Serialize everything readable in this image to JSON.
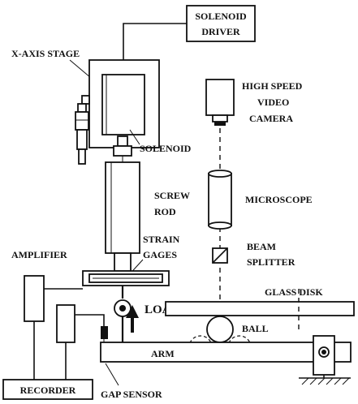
{
  "labels": {
    "solenoid_driver_line1": "SOLENOID",
    "solenoid_driver_line2": "DRIVER",
    "x_axis_stage": "X-AXIS STAGE",
    "solenoid": "SOLENOID",
    "high_speed_line1": "HIGH SPEED",
    "high_speed_line2": "VIDEO",
    "high_speed_line3": "CAMERA",
    "screw_line1": "SCREW",
    "screw_line2": "ROD",
    "microscope": "MICROSCOPE",
    "amplifier": "AMPLIFIER",
    "strain_line1": "STRAIN",
    "strain_line2": "GAGES",
    "beam_line1": "BEAM",
    "beam_line2": "SPLITTER",
    "glass_disk": "GLASS DISK",
    "load": "LOAD",
    "ball": "BALL",
    "arm": "ARM",
    "recorder": "RECORDER",
    "gap_sensor": "GAP SENSOR"
  }
}
